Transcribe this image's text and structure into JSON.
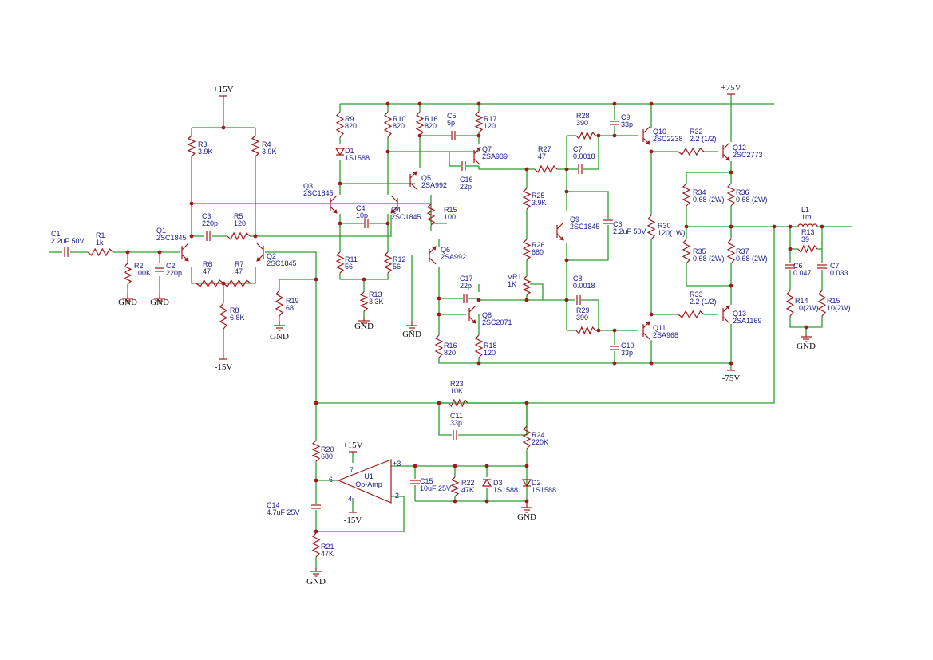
{
  "power": {
    "p15_top": "+15V",
    "m15_left": "-15V",
    "p75": "+75V",
    "m75": "-75V",
    "p15_opamp": "+15V",
    "m15_opamp": "-15V",
    "gnd": "GND"
  },
  "components": {
    "c1": [
      "C1",
      "2.2uF 50V"
    ],
    "r1": [
      "R1",
      "1k"
    ],
    "r2": [
      "R2",
      "100K"
    ],
    "c2": [
      "C2",
      "220p"
    ],
    "q1": [
      "Q1",
      "2SC1845"
    ],
    "c3": [
      "C3",
      "220p"
    ],
    "r5": [
      "R5",
      "120"
    ],
    "q2": [
      "Q2",
      "2SC1845"
    ],
    "r3": [
      "R3",
      "3.9K"
    ],
    "r4": [
      "R4",
      "3.9K"
    ],
    "r6": [
      "R6",
      "47"
    ],
    "r7": [
      "R7",
      "47"
    ],
    "r8": [
      "R8",
      "6.8K"
    ],
    "r19": [
      "R19",
      "68"
    ],
    "r9": [
      "R9",
      "820"
    ],
    "d1": [
      "D1",
      "1S1588"
    ],
    "r10": [
      "R10",
      "820"
    ],
    "q3": [
      "Q3",
      "2SC1845"
    ],
    "c4": [
      "C4",
      "10p"
    ],
    "q4": [
      "Q4",
      "2SC1845"
    ],
    "r11": [
      "R11",
      "56"
    ],
    "r12": [
      "R12",
      "56"
    ],
    "r13": [
      "R13",
      "3.3K"
    ],
    "r16a": [
      "R16",
      "820"
    ],
    "c5": [
      "C5",
      "5p"
    ],
    "r17": [
      "R17",
      "120"
    ],
    "q5": [
      "Q5",
      "2SA992"
    ],
    "q7": [
      "Q7",
      "2SA939"
    ],
    "c16": [
      "C16",
      "22p"
    ],
    "r15": [
      "R15",
      "100"
    ],
    "q6": [
      "Q6",
      "2SA992"
    ],
    "c17": [
      "C17",
      "22p"
    ],
    "q8": [
      "Q8",
      "2SC2071"
    ],
    "r16b": [
      "R16",
      "820"
    ],
    "r18": [
      "R18",
      "120"
    ],
    "r27": [
      "R27",
      "47"
    ],
    "r25": [
      "R25",
      "3.9K"
    ],
    "r26": [
      "R26",
      "680"
    ],
    "vr1": [
      "VR1",
      "1K"
    ],
    "r28": [
      "R28",
      "390"
    ],
    "c7a": [
      "C7",
      "0.0018"
    ],
    "q9": [
      "Q9",
      "2SC1845"
    ],
    "c6a": [
      "C6",
      "2.2uF 50V"
    ],
    "c8": [
      "C8",
      "0.0018"
    ],
    "r29": [
      "R29",
      "390"
    ],
    "c9": [
      "C9",
      "33p"
    ],
    "q10": [
      "Q10",
      "2SC2238"
    ],
    "q11": [
      "Q11",
      "2SA968"
    ],
    "c10": [
      "C10",
      "33p"
    ],
    "r30": [
      "R30",
      "120(1W)"
    ],
    "r32": [
      "R32",
      "2.2 (1/2)"
    ],
    "q12": [
      "Q12",
      "2SC2773"
    ],
    "r33": [
      "R33",
      "2.2 (1/2)"
    ],
    "q13": [
      "Q13",
      "2SA1169"
    ],
    "r34": [
      "R34",
      "0.68 (2W)"
    ],
    "r36": [
      "R36",
      "0.68 (2W)"
    ],
    "r35": [
      "R35",
      "0.68 (2W)"
    ],
    "r37": [
      "R37",
      "0.68 (2W)"
    ],
    "l1": [
      "L1",
      "1m"
    ],
    "r13b": [
      "R13",
      "39"
    ],
    "c6b": [
      "C6",
      "0.047"
    ],
    "c7b": [
      "C7",
      "0.033"
    ],
    "r14": [
      "R14",
      "10(2W)"
    ],
    "r15b": [
      "R15",
      "10(2W)"
    ],
    "r23": [
      "R23",
      "10K"
    ],
    "c11": [
      "C11",
      "33p"
    ],
    "r24": [
      "R24",
      "220K"
    ],
    "r20": [
      "R20",
      "680"
    ],
    "c14": [
      "C14",
      "4.7uF 25V"
    ],
    "r21": [
      "R21",
      "47K"
    ],
    "u1": [
      "U1",
      "Op-Amp"
    ],
    "c15": [
      "C15",
      "10uF 25V"
    ],
    "r22": [
      "R22",
      "47K"
    ],
    "d3": [
      "D3",
      "1S1588"
    ],
    "d2": [
      "D2",
      "1S1588"
    ]
  },
  "opamp_pins": {
    "p7": "7",
    "p6": "6",
    "p4": "4",
    "p3": "+3",
    "p2": "-2"
  }
}
